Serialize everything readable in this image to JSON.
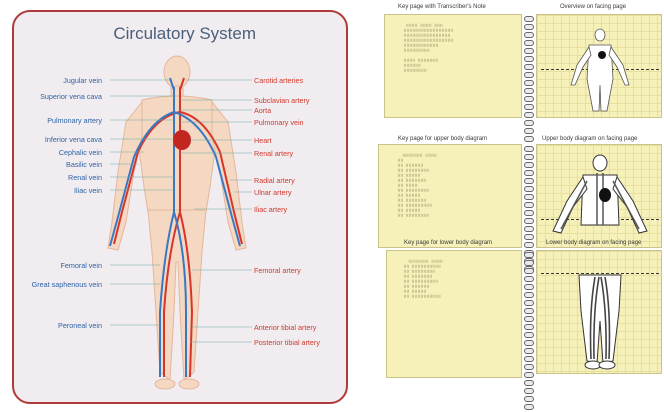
{
  "poster": {
    "title": "Circulatory System",
    "left_labels": [
      "Jugular vein",
      "Superior vena cava",
      "Pulmonary artery",
      "Inferior vena cava",
      "Cephalic vein",
      "Basilic vein",
      "Renal vein",
      "Iliac vein",
      "Femoral vein",
      "Great saphenous vein",
      "Peroneal vein"
    ],
    "right_labels": [
      "Carotid arteries",
      "Subclavian artery",
      "Aorta",
      "Pulmonary vein",
      "Heart",
      "Renal artery",
      "Radial artery",
      "Ulnar artery",
      "Iliac artery",
      "Femoral artery",
      "Anterior tibial artery",
      "Posterior tibial artery"
    ]
  },
  "pages": {
    "p1_caption": "Key page with Transcriber's Note",
    "p2_caption": "Overview on facing page",
    "p3_caption": "Key page for upper body diagram",
    "p4_caption": "Upper body diagram on facing page",
    "p5_caption": "Key page for lower body diagram",
    "p6_caption": "Lower body diagram on facing page"
  },
  "colors": {
    "artery": "#d8352a",
    "vein": "#3b78c3",
    "skin": "#f4d8c2",
    "paper": "#f6f1b8",
    "frame": "#b03a3a"
  }
}
